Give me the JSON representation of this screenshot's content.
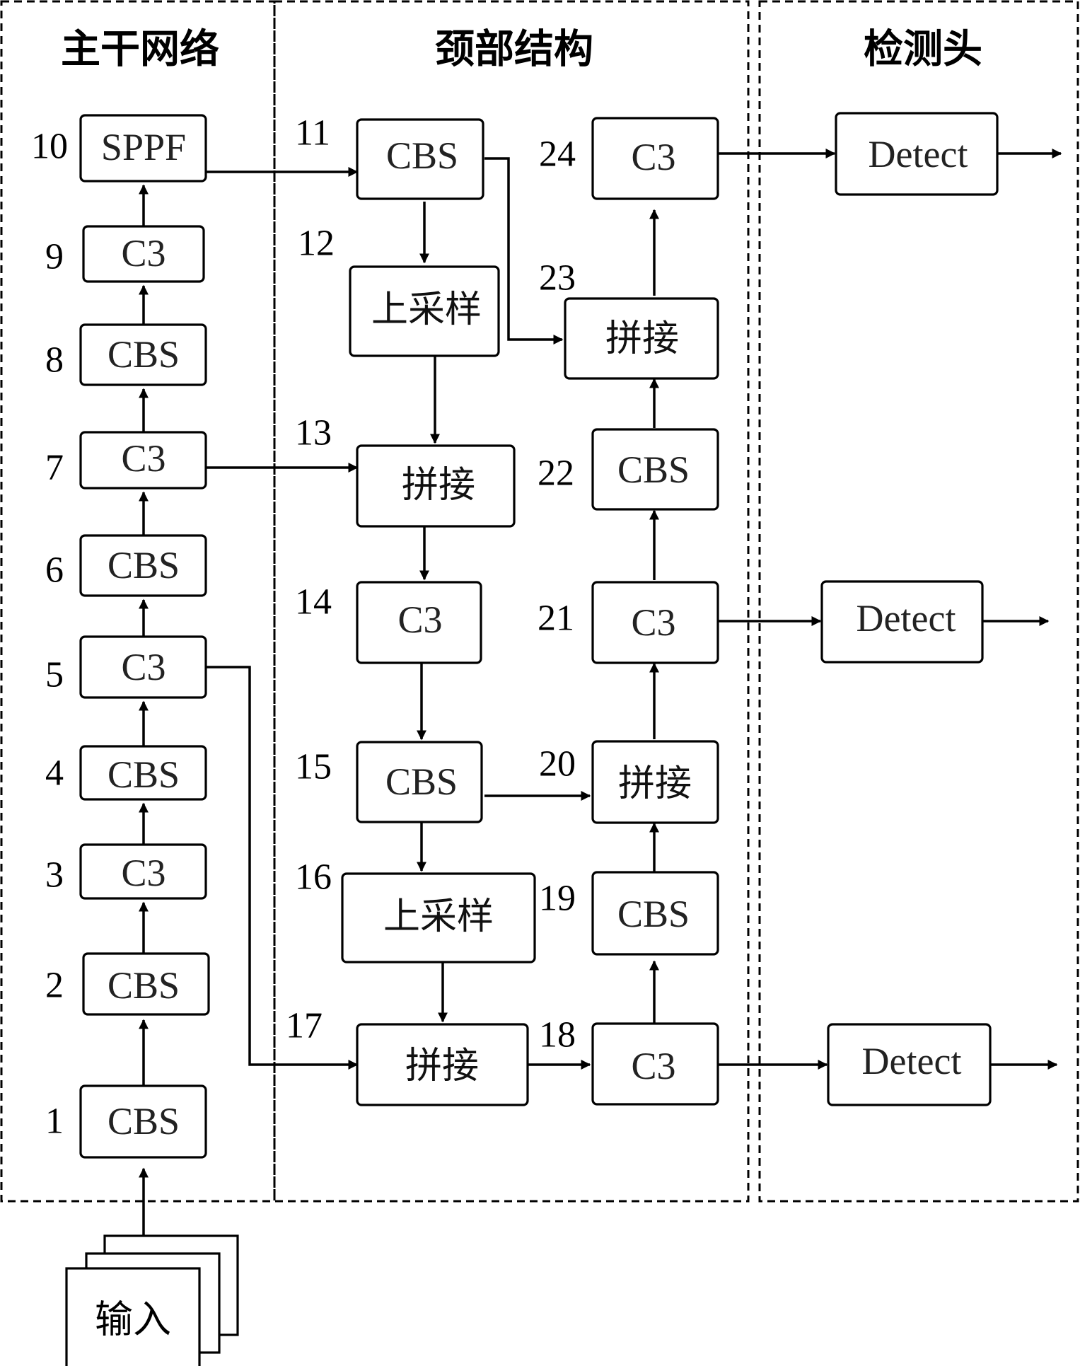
{
  "regions": {
    "backbone": "主干网络",
    "neck": "颈部结构",
    "head": "检测头"
  },
  "input": {
    "label": "输入"
  },
  "nodes": {
    "n1": {
      "index": "1",
      "label": "CBS"
    },
    "n2": {
      "index": "2",
      "label": "CBS"
    },
    "n3": {
      "index": "3",
      "label": "C3"
    },
    "n4": {
      "index": "4",
      "label": "CBS"
    },
    "n5": {
      "index": "5",
      "label": "C3"
    },
    "n6": {
      "index": "6",
      "label": "CBS"
    },
    "n7": {
      "index": "7",
      "label": "C3"
    },
    "n8": {
      "index": "8",
      "label": "CBS"
    },
    "n9": {
      "index": "9",
      "label": "C3"
    },
    "n10": {
      "index": "10",
      "label": "SPPF"
    },
    "n11": {
      "index": "11",
      "label": "CBS"
    },
    "n12": {
      "index": "12",
      "label": "上采样"
    },
    "n13": {
      "index": "13",
      "label": "拼接"
    },
    "n14": {
      "index": "14",
      "label": "C3"
    },
    "n15": {
      "index": "15",
      "label": "CBS"
    },
    "n16": {
      "index": "16",
      "label": "上采样"
    },
    "n17": {
      "index": "17",
      "label": "拼接"
    },
    "n18": {
      "index": "18",
      "label": "C3"
    },
    "n19": {
      "index": "19",
      "label": "CBS"
    },
    "n20": {
      "index": "20",
      "label": "拼接"
    },
    "n21": {
      "index": "21",
      "label": "C3"
    },
    "n22": {
      "index": "22",
      "label": "CBS"
    },
    "n23": {
      "index": "23",
      "label": "拼接"
    },
    "n24": {
      "index": "24",
      "label": "C3"
    },
    "d1": {
      "label": "Detect"
    },
    "d2": {
      "label": "Detect"
    },
    "d3": {
      "label": "Detect"
    }
  }
}
